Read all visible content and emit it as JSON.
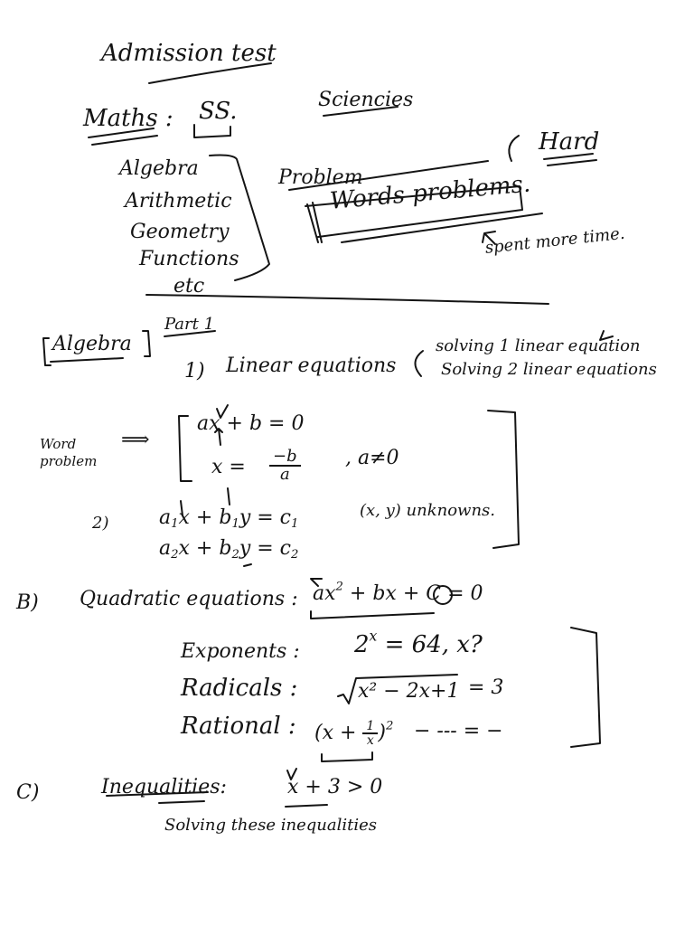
{
  "header": {
    "title": "Admission test"
  },
  "subjects": {
    "maths": "Maths :",
    "ss": "SS.",
    "sciences": "Sciencies"
  },
  "topics": [
    "Algebra",
    "Arithmetic",
    "Geometry",
    "Functions",
    "etc"
  ],
  "problem": {
    "problem_label": "Problem",
    "words_problems": "Words problems.",
    "hard": "Hard",
    "spent_more_time": "spent more time."
  },
  "part1": {
    "algebra_label": "Algebra",
    "part_label": "Part 1",
    "item1_number": "1)",
    "item1_title": "Linear equations",
    "item1_note1": "solving 1 linear equation",
    "item1_note2": "Solving 2 linear equations",
    "word_problem": "Word problem",
    "arrow": "⟹",
    "eq1": "ax + b = 0",
    "eq2_lhs": "x =",
    "eq2_num": "−b",
    "eq2_den": "a",
    "eq2_condition": ", a≠0",
    "item2_number": "2)",
    "sys1_a": "a",
    "sys1_a_sub": "1",
    "sys1_x": "x + b",
    "sys1_b_sub": "1",
    "sys1_y": "y = c",
    "sys1_c_sub": "1",
    "sys2_a": "a",
    "sys2_a_sub": "2",
    "sys2_x": "x + b",
    "sys2_b_sub": "2",
    "sys2_y": "y = c",
    "sys2_c_sub": "2",
    "unknowns": "(x, y) unknowns."
  },
  "sectionB": {
    "label": "B)",
    "title": "Quadratic equations :",
    "eq_a": "ax",
    "eq_a_sup": "2",
    "eq_rest": " + bx + C",
    "eq_equals": "=",
    "eq_zero": "0",
    "exponents_label": "Exponents :",
    "exponents_base": "2",
    "exponents_sup": "x",
    "exponents_rest": " = 64, x?",
    "radicals_label": "Radicals :",
    "radicals_expr": "x² − 2x+1",
    "radicals_rhs": "= 3",
    "rational_label": "Rational :",
    "rational_open": "(x + ",
    "rational_num": "1",
    "rational_den": "x",
    "rational_close": ")",
    "rational_sup": "2",
    "rational_rhs": "− ‐‐‐ = −"
  },
  "sectionC": {
    "label": "C)",
    "title": "Inequalities:",
    "expr": "x + 3 > 0",
    "note": "Solving these inequalities"
  }
}
